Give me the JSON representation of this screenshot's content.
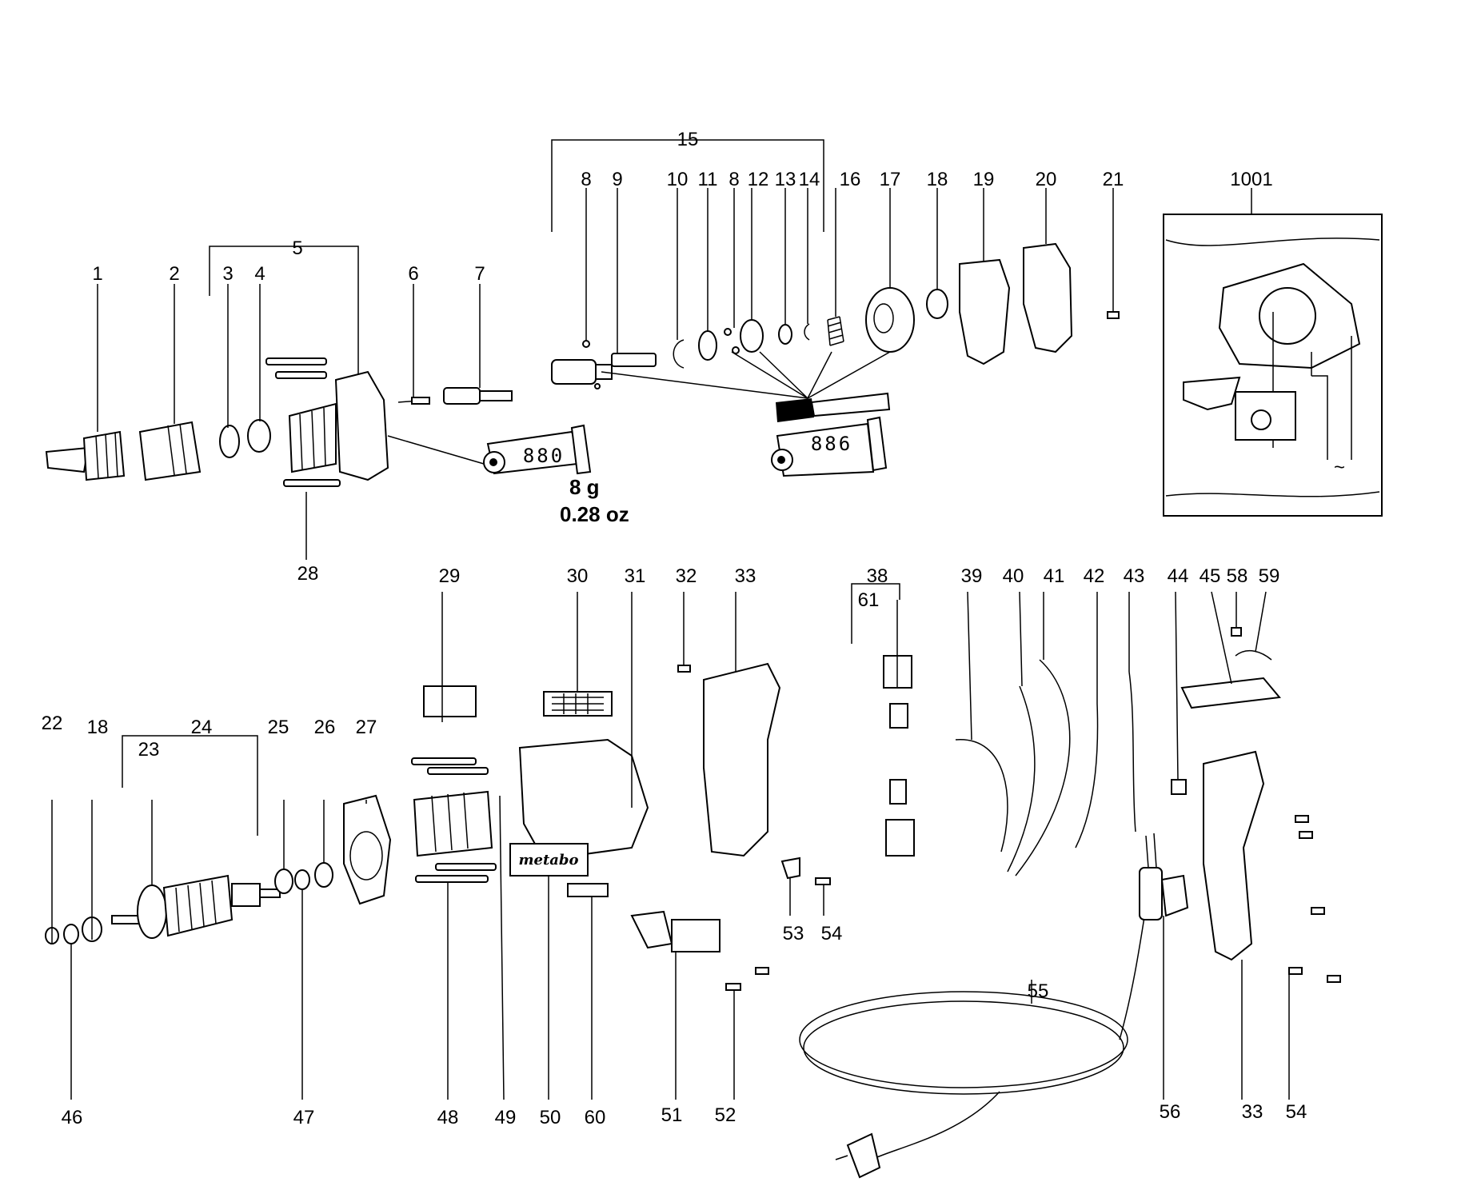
{
  "callouts": {
    "c1": "1",
    "c2": "2",
    "c3": "3",
    "c4": "4",
    "c5": "5",
    "c6": "6",
    "c7": "7",
    "c8a": "8",
    "c8b": "8",
    "c9": "9",
    "c10": "10",
    "c11": "11",
    "c12": "12",
    "c13": "13",
    "c14": "14",
    "c15": "15",
    "c16": "16",
    "c17": "17",
    "c18a": "18",
    "c18b": "18",
    "c19": "19",
    "c20": "20",
    "c21": "21",
    "c22": "22",
    "c23": "23",
    "c24": "24",
    "c25": "25",
    "c26": "26",
    "c27": "27",
    "c28": "28",
    "c29": "29",
    "c30": "30",
    "c31": "31",
    "c32": "32",
    "c33a": "33",
    "c33b": "33",
    "c38": "38",
    "c39": "39",
    "c40": "40",
    "c41": "41",
    "c42": "42",
    "c43": "43",
    "c44": "44",
    "c45": "45",
    "c46": "46",
    "c47": "47",
    "c48": "48",
    "c49": "49",
    "c50": "50",
    "c51": "51",
    "c52": "52",
    "c53": "53",
    "c54a": "54",
    "c54b": "54",
    "c55": "55",
    "c56": "56",
    "c58": "58",
    "c59": "59",
    "c60": "60",
    "c61": "61",
    "c1001": "1001"
  },
  "grease": {
    "tube_a": "880",
    "tube_b": "886",
    "amount_metric": "8 g",
    "amount_imperial": "0.28 oz"
  },
  "brand_label": "metabo"
}
